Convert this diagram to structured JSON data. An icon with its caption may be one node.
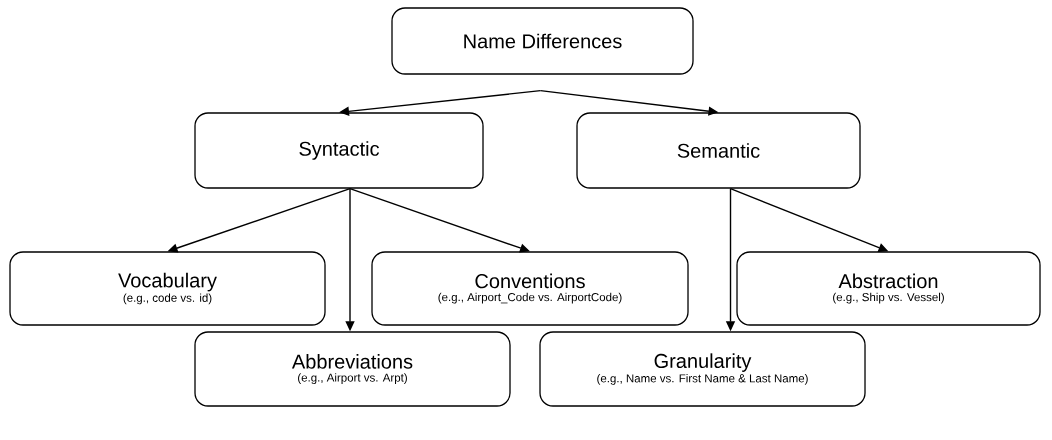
{
  "diagram": {
    "nodes": [
      {
        "text": [
          "Name Differences"
        ]
      },
      {
        "text": [
          "Syntactic"
        ]
      },
      {
        "text": [
          "Semantic"
        ]
      },
      {
        "text": [
          "Vocabulary",
          "(e.g., code vs. id)"
        ]
      },
      {
        "text": [
          "Conventions",
          "(e.g., Airport_Code vs. AirportCode)"
        ]
      },
      {
        "text": [
          "Abbreviations",
          "(e.g., Airport vs. Arpt)"
        ]
      },
      {
        "text": [
          "Abstraction",
          "(e.g., Ship vs. Vessel)"
        ]
      },
      {
        "text": [
          "Granularity",
          "(e.g., Name vs. First Name & Last Name)"
        ]
      }
    ],
    "edges": [
      {
        "from": 0,
        "to": 1,
        "arrow": "to"
      },
      {
        "from": 0,
        "to": 2,
        "arrow": "to"
      },
      {
        "from": 1,
        "to": 3,
        "arrow": "to"
      },
      {
        "from": 1,
        "to": 5,
        "arrow": "to"
      },
      {
        "from": 1,
        "to": 4,
        "arrow": "to"
      },
      {
        "from": 2,
        "to": 7,
        "arrow": "to"
      },
      {
        "from": 2,
        "to": 6,
        "arrow": "to"
      }
    ]
  }
}
